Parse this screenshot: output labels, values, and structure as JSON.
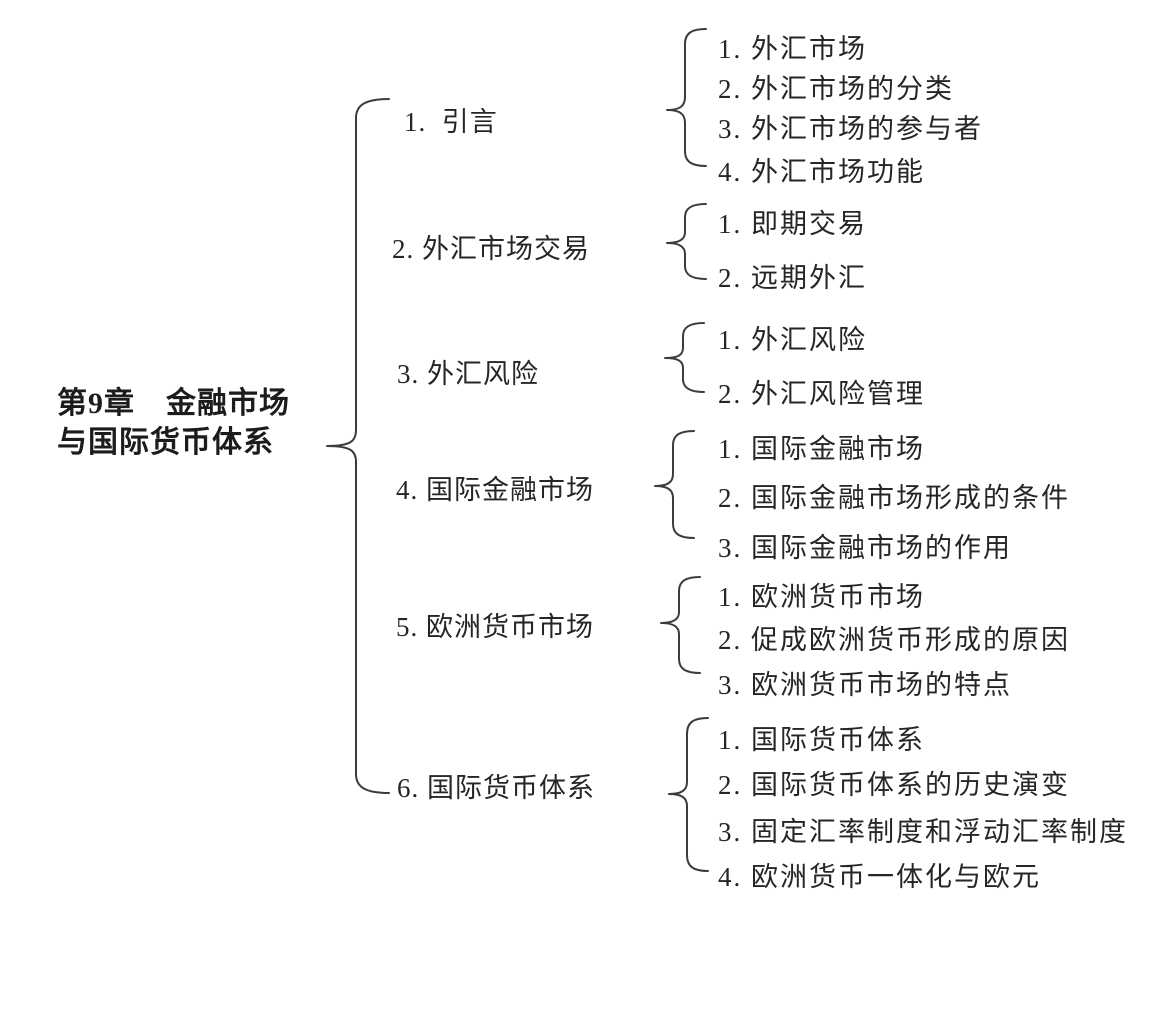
{
  "page": {
    "background_color": "#ffffff",
    "line_color": "#3c3c3c",
    "text_color": "#242424"
  },
  "root": {
    "title": "第9章　金融市场与国际货币体系"
  },
  "branches": [
    {
      "label": "1.  引言",
      "children": [
        "1. 外汇市场",
        "2. 外汇市场的分类",
        "3. 外汇市场的参与者",
        "4. 外汇市场功能"
      ]
    },
    {
      "label": "2. 外汇市场交易",
      "children": [
        "1. 即期交易",
        "2. 远期外汇"
      ]
    },
    {
      "label": "3. 外汇风险",
      "children": [
        "1. 外汇风险",
        "2. 外汇风险管理"
      ]
    },
    {
      "label": "4. 国际金融市场",
      "children": [
        "1. 国际金融市场",
        "2. 国际金融市场形成的条件",
        "3. 国际金融市场的作用"
      ]
    },
    {
      "label": "5. 欧洲货币市场",
      "children": [
        "1. 欧洲货币市场",
        "2. 促成欧洲货币形成的原因",
        "3. 欧洲货币市场的特点"
      ]
    },
    {
      "label": "6. 国际货币体系",
      "children": [
        "1. 国际货币体系",
        "2. 国际货币体系的历史演变",
        "3. 固定汇率制度和浮动汇率制度",
        "4. 欧洲货币一体化与欧元"
      ]
    }
  ]
}
